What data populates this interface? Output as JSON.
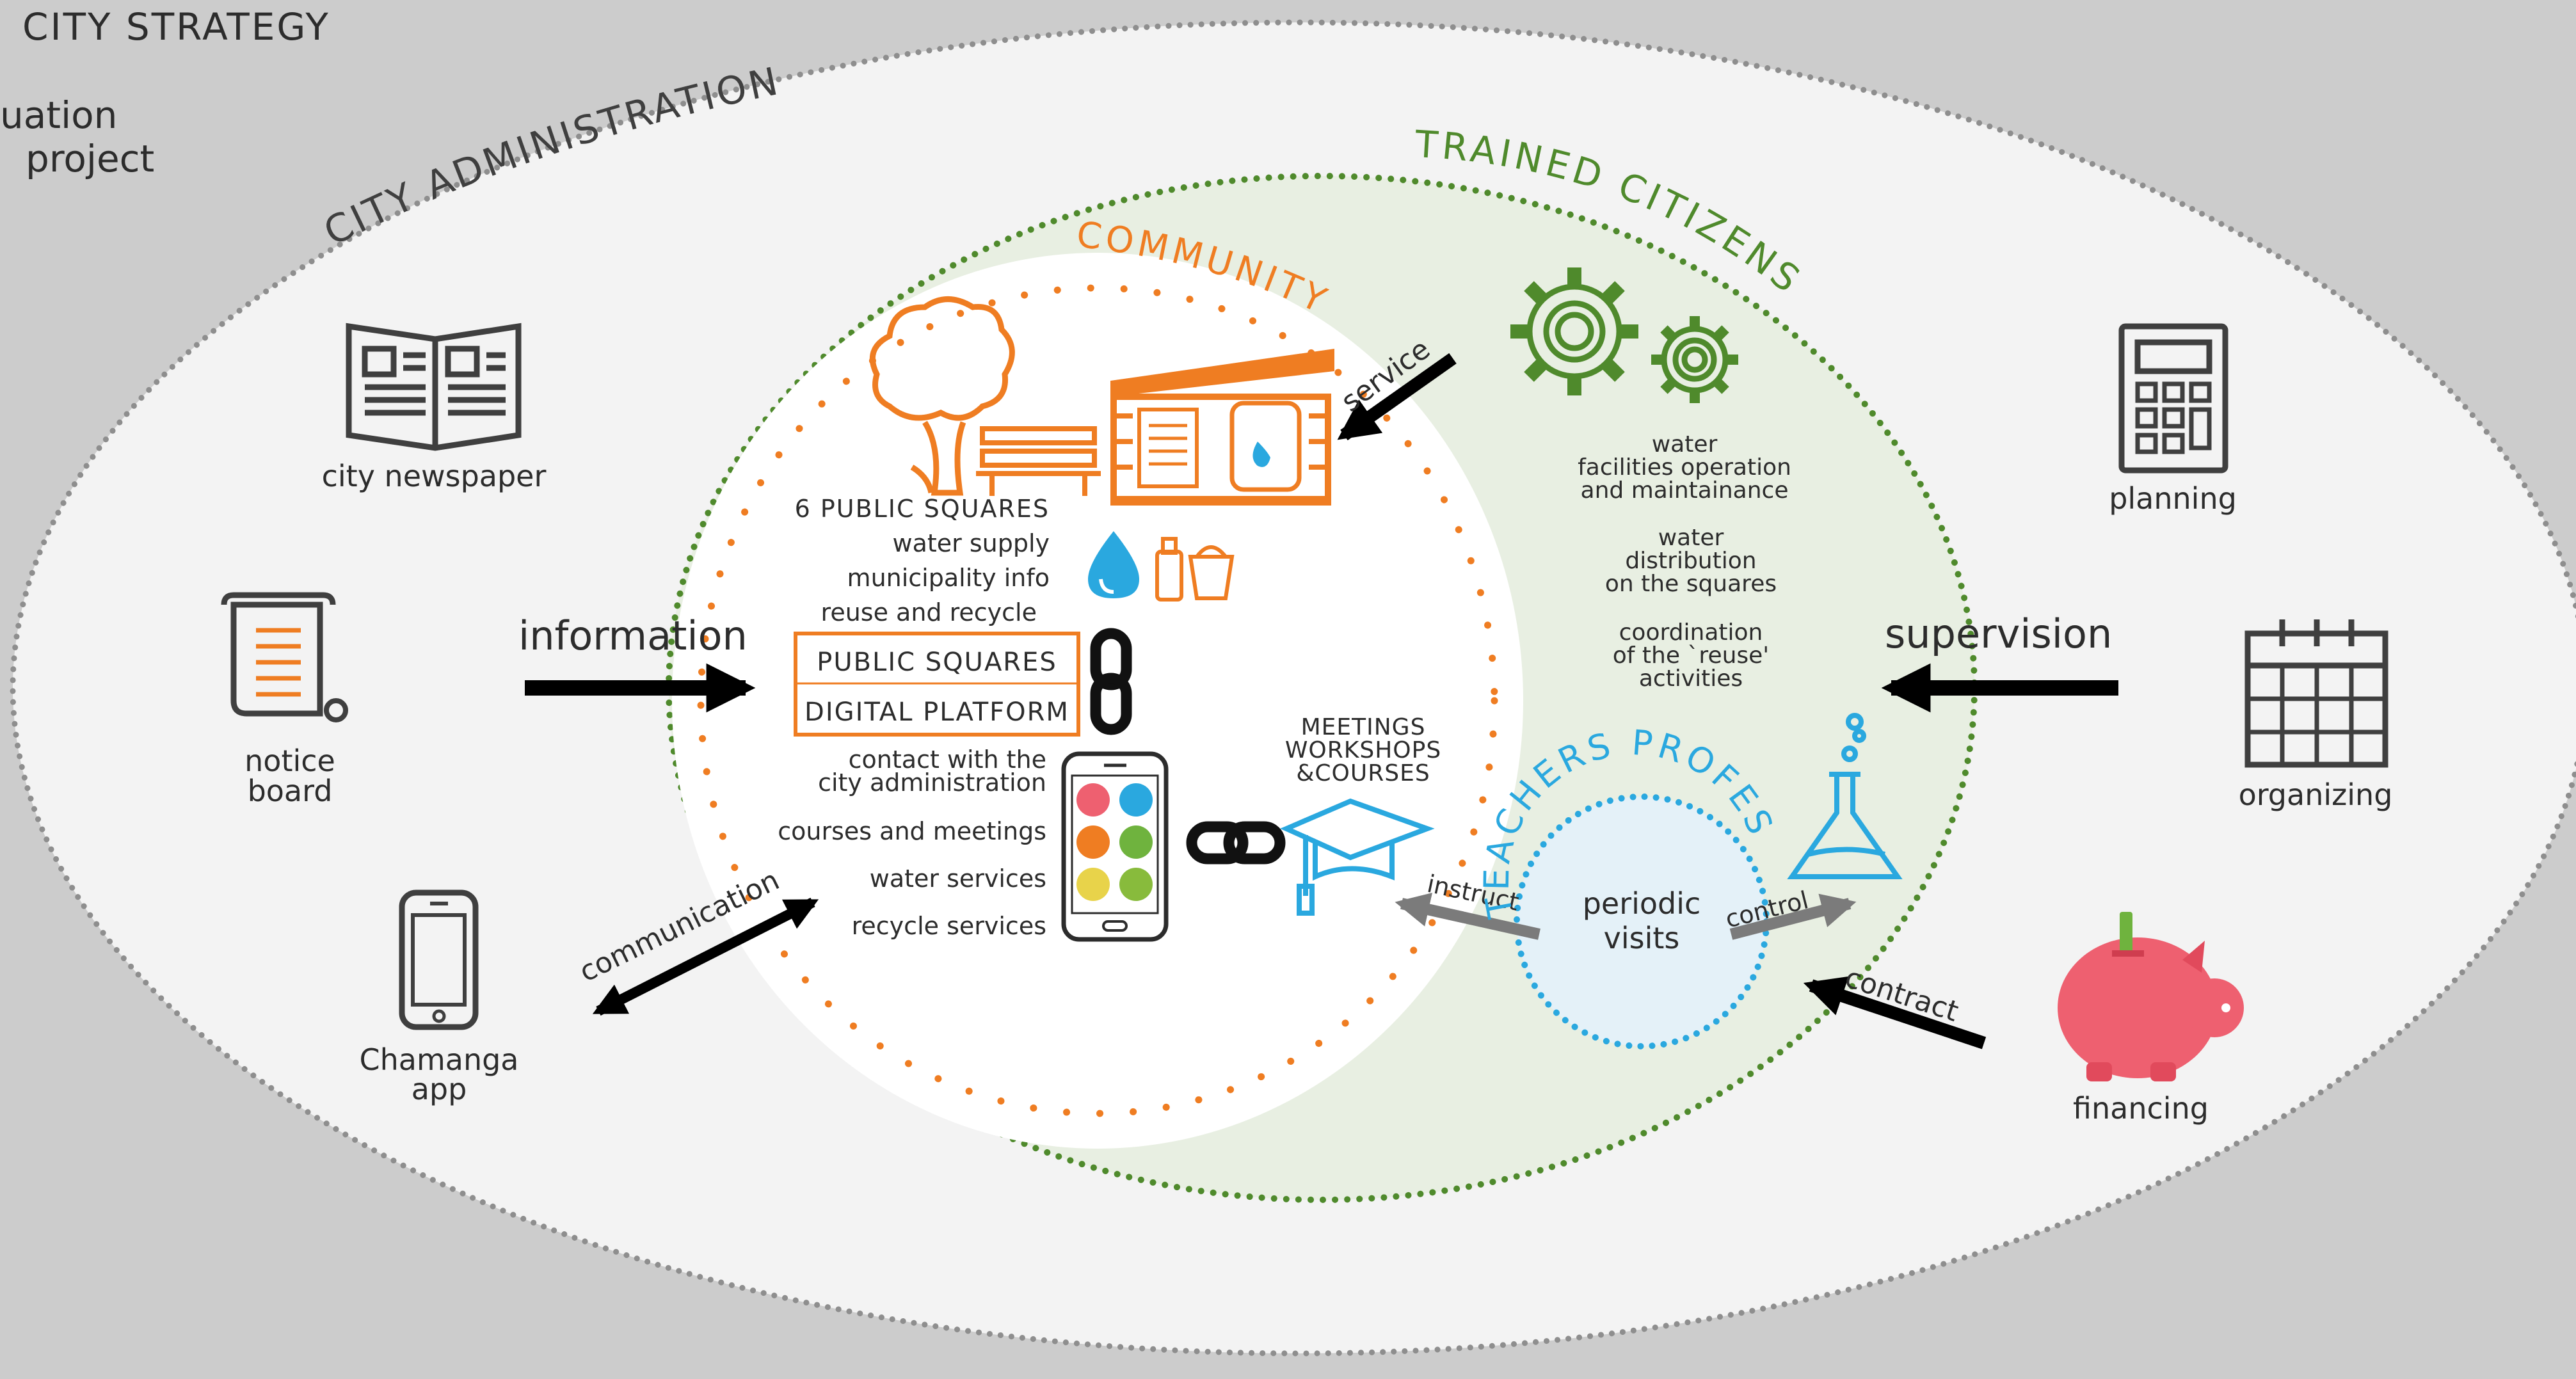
{
  "header": {
    "title": "CITY STRATEGY",
    "subtitle_line1": "uation",
    "subtitle_line2": "project"
  },
  "rings": {
    "outer": "CITY ADMINISTRATION",
    "trained": "TRAINED CITIZENS",
    "community": "COMMUNITY",
    "professionals": "TEACHERS PROFESSIONALS"
  },
  "left_items": {
    "newspaper": "city newspaper",
    "notice_line1": "notice",
    "notice_line2": "board",
    "app_line1": "Chamanga",
    "app_line2": "app"
  },
  "right_items": {
    "planning": "planning",
    "organizing": "organizing",
    "financing": "financing"
  },
  "arrows": {
    "information": "information",
    "supervision": "supervision",
    "communication": "communication",
    "service": "service",
    "contract": "contract",
    "instruct": "instruct",
    "control": "control"
  },
  "community": {
    "squares": "6 PUBLIC SQUARES",
    "supply": "water supply",
    "info": "municipality info",
    "reuse": "reuse and recycle",
    "platform_line1": "PUBLIC SQUARES",
    "platform_line2": "DIGITAL PLATFORM",
    "contact_line1": "contact with the",
    "contact_line2": "city administration",
    "courses": "courses and meetings",
    "water_services": "water services",
    "recycle_services": "recycle services"
  },
  "meetings": {
    "line1": "MEETINGS",
    "line2": "WORKSHOPS",
    "line3": "&COURSES"
  },
  "citizens": {
    "ops_line1": "water",
    "ops_line2": "facilities operation",
    "ops_line3": "and maintainance",
    "dist_line1": "water",
    "dist_line2": "distribution",
    "dist_line3": "on the squares",
    "coord_line1": "coordination",
    "coord_line2": "of the `reuse'",
    "coord_line3": "activities"
  },
  "visits": {
    "line1": "periodic",
    "line2": "visits"
  },
  "colors": {
    "orange": "#ef7d22",
    "green": "#4f8a2c",
    "blue": "#2aa8df",
    "gray": "#3f3f3f",
    "pink": "#ee6070"
  }
}
